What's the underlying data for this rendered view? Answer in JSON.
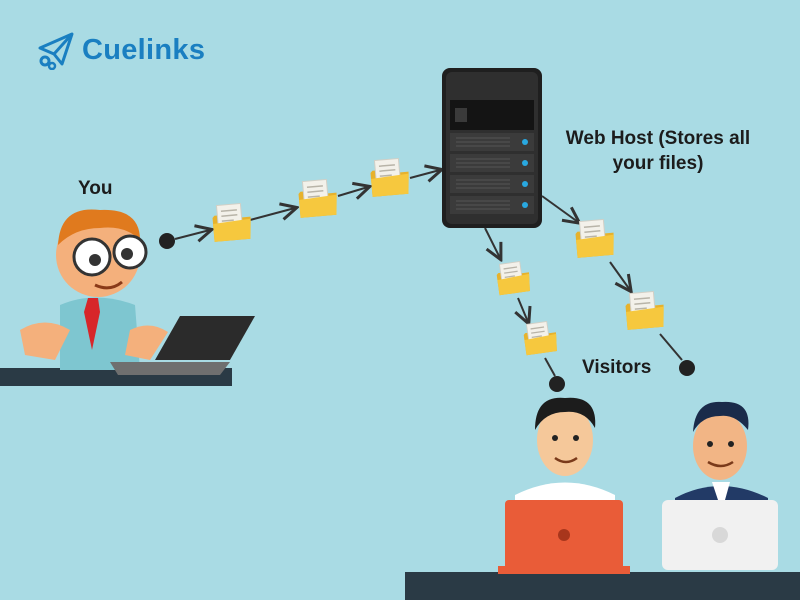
{
  "brand": {
    "name": "Cuelinks",
    "color": "#1a7fc1"
  },
  "labels": {
    "you": "You",
    "web_host_line1": "Web Host (Stores all",
    "web_host_line2": "your files)",
    "visitors": "Visitors"
  },
  "colors": {
    "background": "#a9dbe4",
    "folder": "#f4c63d",
    "server": "#2b2b2b",
    "arrow": "#333333"
  },
  "icons": [
    "paper-plane-icon",
    "server-icon",
    "folder-icon",
    "laptop-icon"
  ]
}
